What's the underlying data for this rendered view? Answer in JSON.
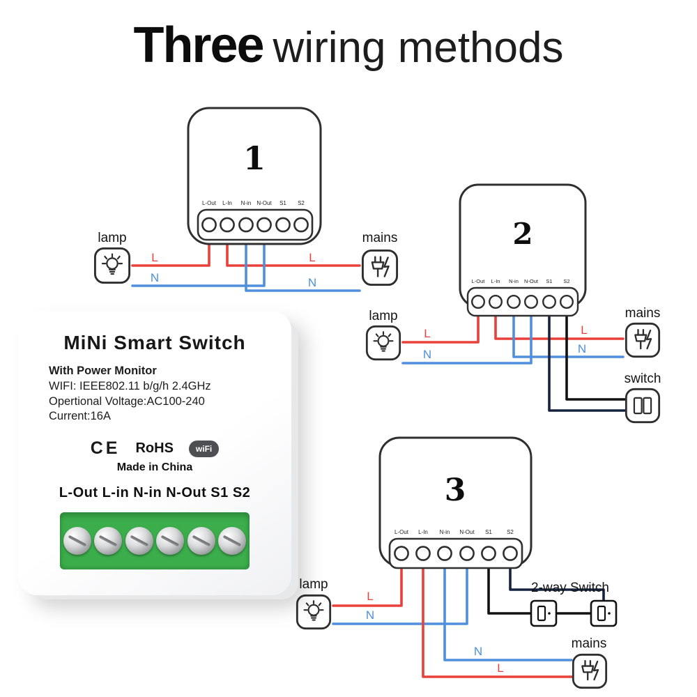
{
  "title": {
    "bold": "Three",
    "rest": "wiring methods"
  },
  "product_card": {
    "name": "MiNi Smart Switch",
    "feature": "With Power Monitor",
    "wifi_spec": "WIFI: IEEE802.11 b/g/h 2.4GHz",
    "voltage": "Opertional Voltage:AC100-240",
    "current": "Current:16A",
    "ce_mark": "CE",
    "rohs": "RoHS",
    "wifi_badge": "wiFi",
    "made_in": "Made in China",
    "terminal_row": "L-Out L-in N-in N-Out S1 S2"
  },
  "diagrams": [
    {
      "number": "1",
      "terminals": [
        "L-Out",
        "L-In",
        "N-in",
        "N-Out",
        "S1",
        "S2"
      ],
      "lamp_label": "lamp",
      "mains_label": "mains",
      "live": "L",
      "neutral": "N"
    },
    {
      "number": "2",
      "terminals": [
        "L-Out",
        "L-In",
        "N-in",
        "N-Out",
        "S1",
        "S2"
      ],
      "lamp_label": "lamp",
      "mains_label": "mains",
      "switch_label": "switch",
      "live": "L",
      "neutral": "N"
    },
    {
      "number": "3",
      "terminals": [
        "L-Out",
        "L-In",
        "N-in",
        "N-Out",
        "S1",
        "S2"
      ],
      "lamp_label": "lamp",
      "mains_label": "mains",
      "switch_label": "2-way Switch",
      "live": "L",
      "neutral": "N"
    }
  ],
  "colors": {
    "live_wire": "#e8403a",
    "neutral_wire": "#4f8fdc",
    "switch_wire_dark": "#16233f",
    "switch_wire_black": "#111111",
    "terminal_green": "#3bad4b"
  }
}
